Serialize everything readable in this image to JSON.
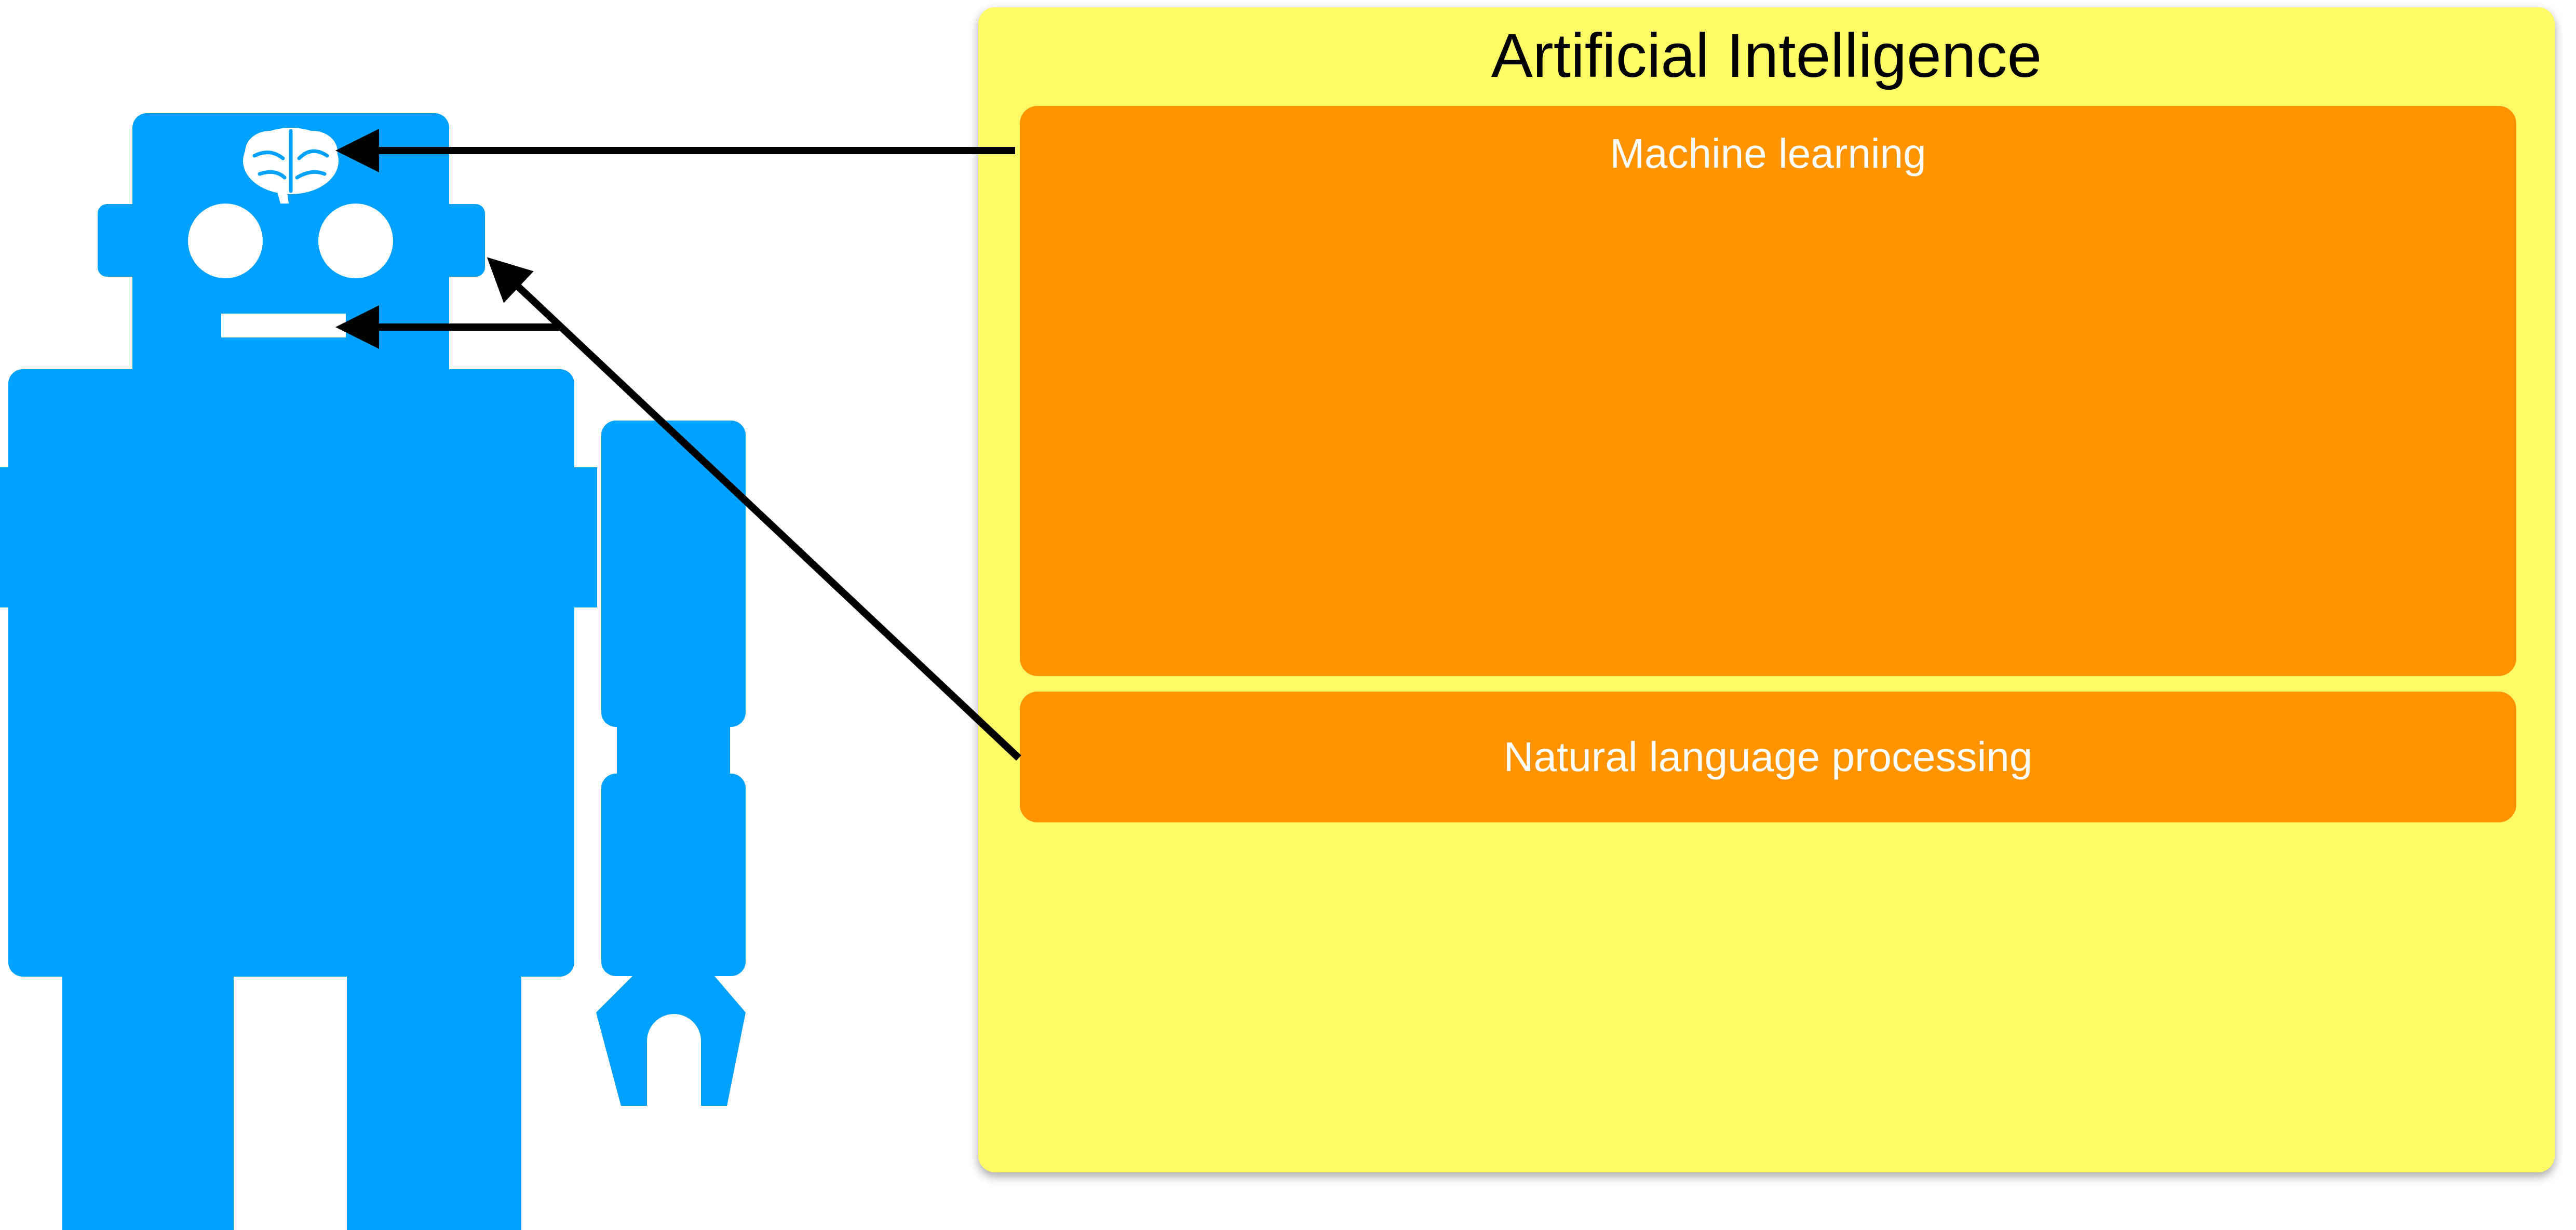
{
  "diagram": {
    "title": "Artificial Intelligence",
    "nodes": {
      "machine_learning": "Machine learning",
      "nlp": "Natural language processing"
    },
    "icons": {
      "robot": "robot-icon",
      "brain": "brain-icon"
    },
    "colors": {
      "ai_box": "#FFFB66",
      "sub_box": "#FF9300",
      "robot": "#00A1FF",
      "arrow": "#000000"
    },
    "edges": [
      {
        "from": "machine_learning",
        "to": "brain"
      },
      {
        "from": "nlp",
        "to": "mouth"
      },
      {
        "from": "nlp",
        "to": "ear"
      }
    ]
  }
}
